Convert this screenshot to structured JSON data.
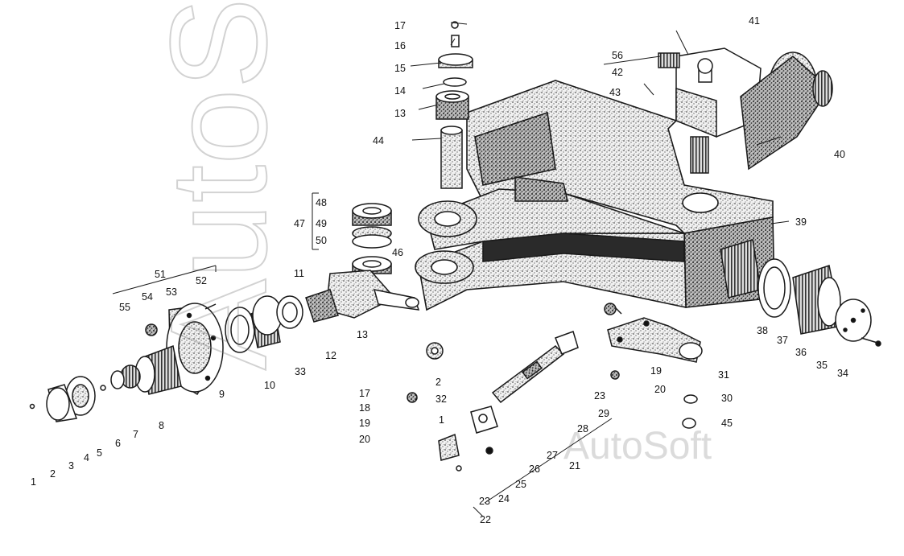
{
  "watermark": {
    "large": "AutoSoft",
    "small": "AutoSoft"
  },
  "part_labels": [
    "1",
    "2",
    "3",
    "4",
    "5",
    "6",
    "7",
    "8",
    "9",
    "10",
    "11",
    "12",
    "13",
    "13",
    "14",
    "15",
    "16",
    "17",
    "17",
    "18",
    "19",
    "19",
    "20",
    "20",
    "2",
    "21",
    "22",
    "23",
    "23",
    "24",
    "25",
    "26",
    "27",
    "28",
    "29",
    "30",
    "31",
    "32",
    "33",
    "34",
    "35",
    "36",
    "37",
    "38",
    "39",
    "40",
    "41",
    "42",
    "43",
    "44",
    "45",
    "46",
    "47",
    "48",
    "49",
    "50",
    "51",
    "52",
    "53",
    "54",
    "55",
    "56",
    "1"
  ],
  "colors": {
    "ink": "#1a1a1a",
    "paper": "#ffffff",
    "stipple": "#8a8a8a",
    "watermark": "#c8c8c8"
  }
}
